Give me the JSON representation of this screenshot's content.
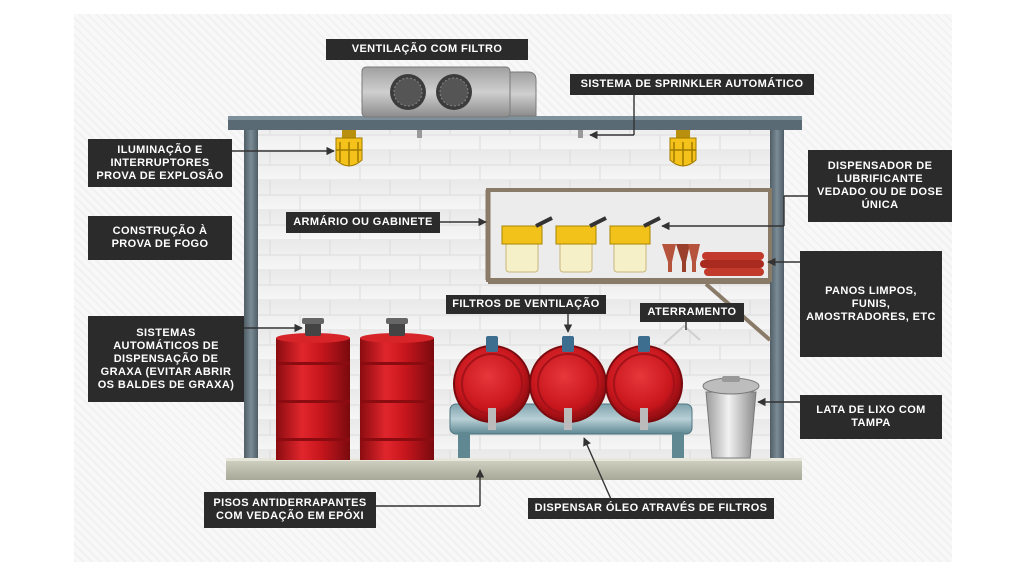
{
  "diagram": {
    "labels": {
      "ventilation": "VENTILAÇÃO COM FILTRO",
      "sprinkler": "SISTEMA DE SPRINKLER AUTOMÁTICO",
      "lighting": "ILUMINAÇÃO E INTERRUPTORES PROVA DE EXPLOSÃO",
      "fireproof": "CONSTRUÇÃO À PROVA DE FOGO",
      "cabinet": "ARMÁRIO OU GABINETE",
      "lubricant": "DISPENSADOR DE LUBRIFICANTE VEDADO OU DE DOSE ÚNICA",
      "rags": "PANOS LIMPOS, FUNIS, AMOSTRADORES, ETC",
      "vent_filters": "FILTROS DE VENTILAÇÃO",
      "grounding": "ATERRAMENTO",
      "grease": "SISTEMAS AUTOMÁTICOS DE DISPENSAÇÃO DE GRAXA (EVITAR ABRIR OS BALDES DE GRAXA)",
      "trash": "LATA DE LIXO COM TAMPA",
      "floors": "PISOS ANTIDERRAPANTES COM VEDAÇÃO EM EPÓXI",
      "oil": "DISPENSAR ÓLEO ATRAVÉS DE FILTROS"
    },
    "colors": {
      "label_bg": "#2b2b2b",
      "drum_red": "#c8161d",
      "frame_steel": "#5f6f78",
      "jug_yellow": "#f2c21b"
    }
  }
}
